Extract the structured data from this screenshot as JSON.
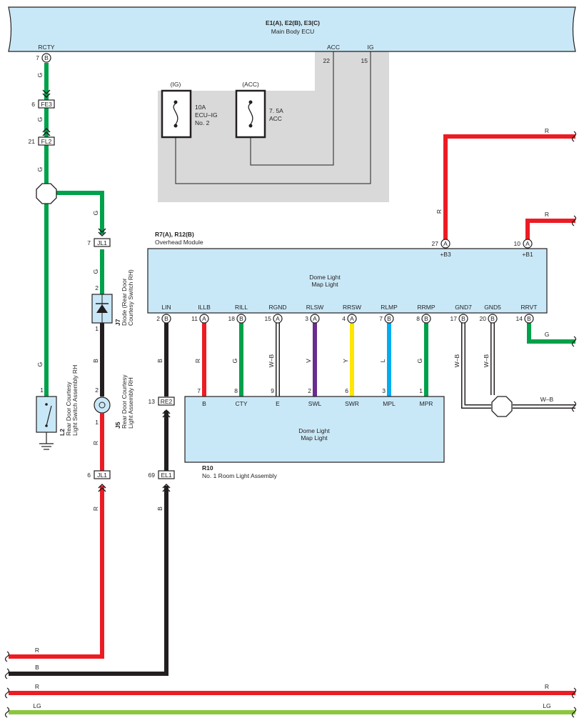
{
  "ecu": {
    "name": "E1(A), E2(B), E3(C)",
    "desc": "Main Body ECU",
    "rcty_label": "RCTY",
    "rcty_pin": "7",
    "rcty_conn": "B",
    "acc_label": "ACC",
    "acc_pin": "22",
    "ig_label": "IG",
    "ig_pin": "15"
  },
  "fuses": {
    "ig_label": "(IG)",
    "ig_rating": "10A",
    "ig_name": "ECU–IG",
    "ig_num": "No. 2",
    "acc_label": "(ACC)",
    "acc_rating": "7. 5A",
    "acc_name": "ACC"
  },
  "connectors": {
    "fe3": "FE3",
    "fe3_pin": "6",
    "fl2": "FL2",
    "fl2_pin": "21",
    "jl1_top": "JL1",
    "jl1_top_pin": "7",
    "jl1_bot": "JL1",
    "jl1_bot_pin": "6",
    "re2": "RE2",
    "re2_pin": "13",
    "el1": "EL1",
    "el1_pin": "69"
  },
  "components": {
    "l2_id": "L2",
    "l2_desc1": "Rear Door Courtesy",
    "l2_desc2": "Light Switch Assembly RH",
    "l2_pin": "1",
    "j7_id": "J7",
    "j7_desc1": "Diode (Rear Door",
    "j7_desc2": "Courtesy Switch RH)",
    "j7_pin_top": "2",
    "j7_pin_bot": "1",
    "j5_id": "J5",
    "j5_desc1": "Rear Door Courtesy",
    "j5_desc2": "Light Assembly RH",
    "j5_pin_top": "2",
    "j5_pin_bot": "1"
  },
  "overhead": {
    "name": "R7(A), R12(B)",
    "desc": "Overhead Module",
    "inner1": "Dome Light",
    "inner2": "Map Light",
    "b3_pin": "27",
    "b3_conn": "A",
    "b3_label": "+B3",
    "b1_pin": "10",
    "b1_conn": "A",
    "b1_label": "+B1",
    "pins": [
      {
        "label": "LIN",
        "pin": "2",
        "conn": "B"
      },
      {
        "label": "ILLB",
        "pin": "11",
        "conn": "A"
      },
      {
        "label": "RILL",
        "pin": "18",
        "conn": "B"
      },
      {
        "label": "RGND",
        "pin": "15",
        "conn": "A"
      },
      {
        "label": "RLSW",
        "pin": "3",
        "conn": "A"
      },
      {
        "label": "RRSW",
        "pin": "4",
        "conn": "A"
      },
      {
        "label": "RLMP",
        "pin": "7",
        "conn": "B"
      },
      {
        "label": "RRMP",
        "pin": "8",
        "conn": "B"
      },
      {
        "label": "GND7",
        "pin": "17",
        "conn": "B"
      },
      {
        "label": "GND5",
        "pin": "20",
        "conn": "B"
      },
      {
        "label": "RRVT",
        "pin": "14",
        "conn": "B"
      }
    ]
  },
  "room_light": {
    "id": "R10",
    "desc": "No. 1 Room Light Assembly",
    "inner1": "Dome Light",
    "inner2": "Map Light",
    "pins": [
      {
        "label": "B",
        "pin": "7"
      },
      {
        "label": "CTY",
        "pin": "8"
      },
      {
        "label": "E",
        "pin": "9"
      },
      {
        "label": "SWL",
        "pin": "2"
      },
      {
        "label": "SWR",
        "pin": "6"
      },
      {
        "label": "MPL",
        "pin": "3"
      },
      {
        "label": "MPR",
        "pin": "1"
      }
    ]
  },
  "wires": {
    "g": "G",
    "r": "R",
    "b": "B",
    "wb": "W–B",
    "v": "V",
    "y": "Y",
    "l": "L",
    "lg": "LG"
  },
  "colors": {
    "green": "#00a14b",
    "red": "#ec1c24",
    "black": "#231f20",
    "violet": "#6a2c91",
    "yellow": "#ffe500",
    "blue": "#00aeef",
    "lightgreen": "#8cc63f",
    "box_fill": "#c9e8f7",
    "shade": "#d9d9d9"
  }
}
